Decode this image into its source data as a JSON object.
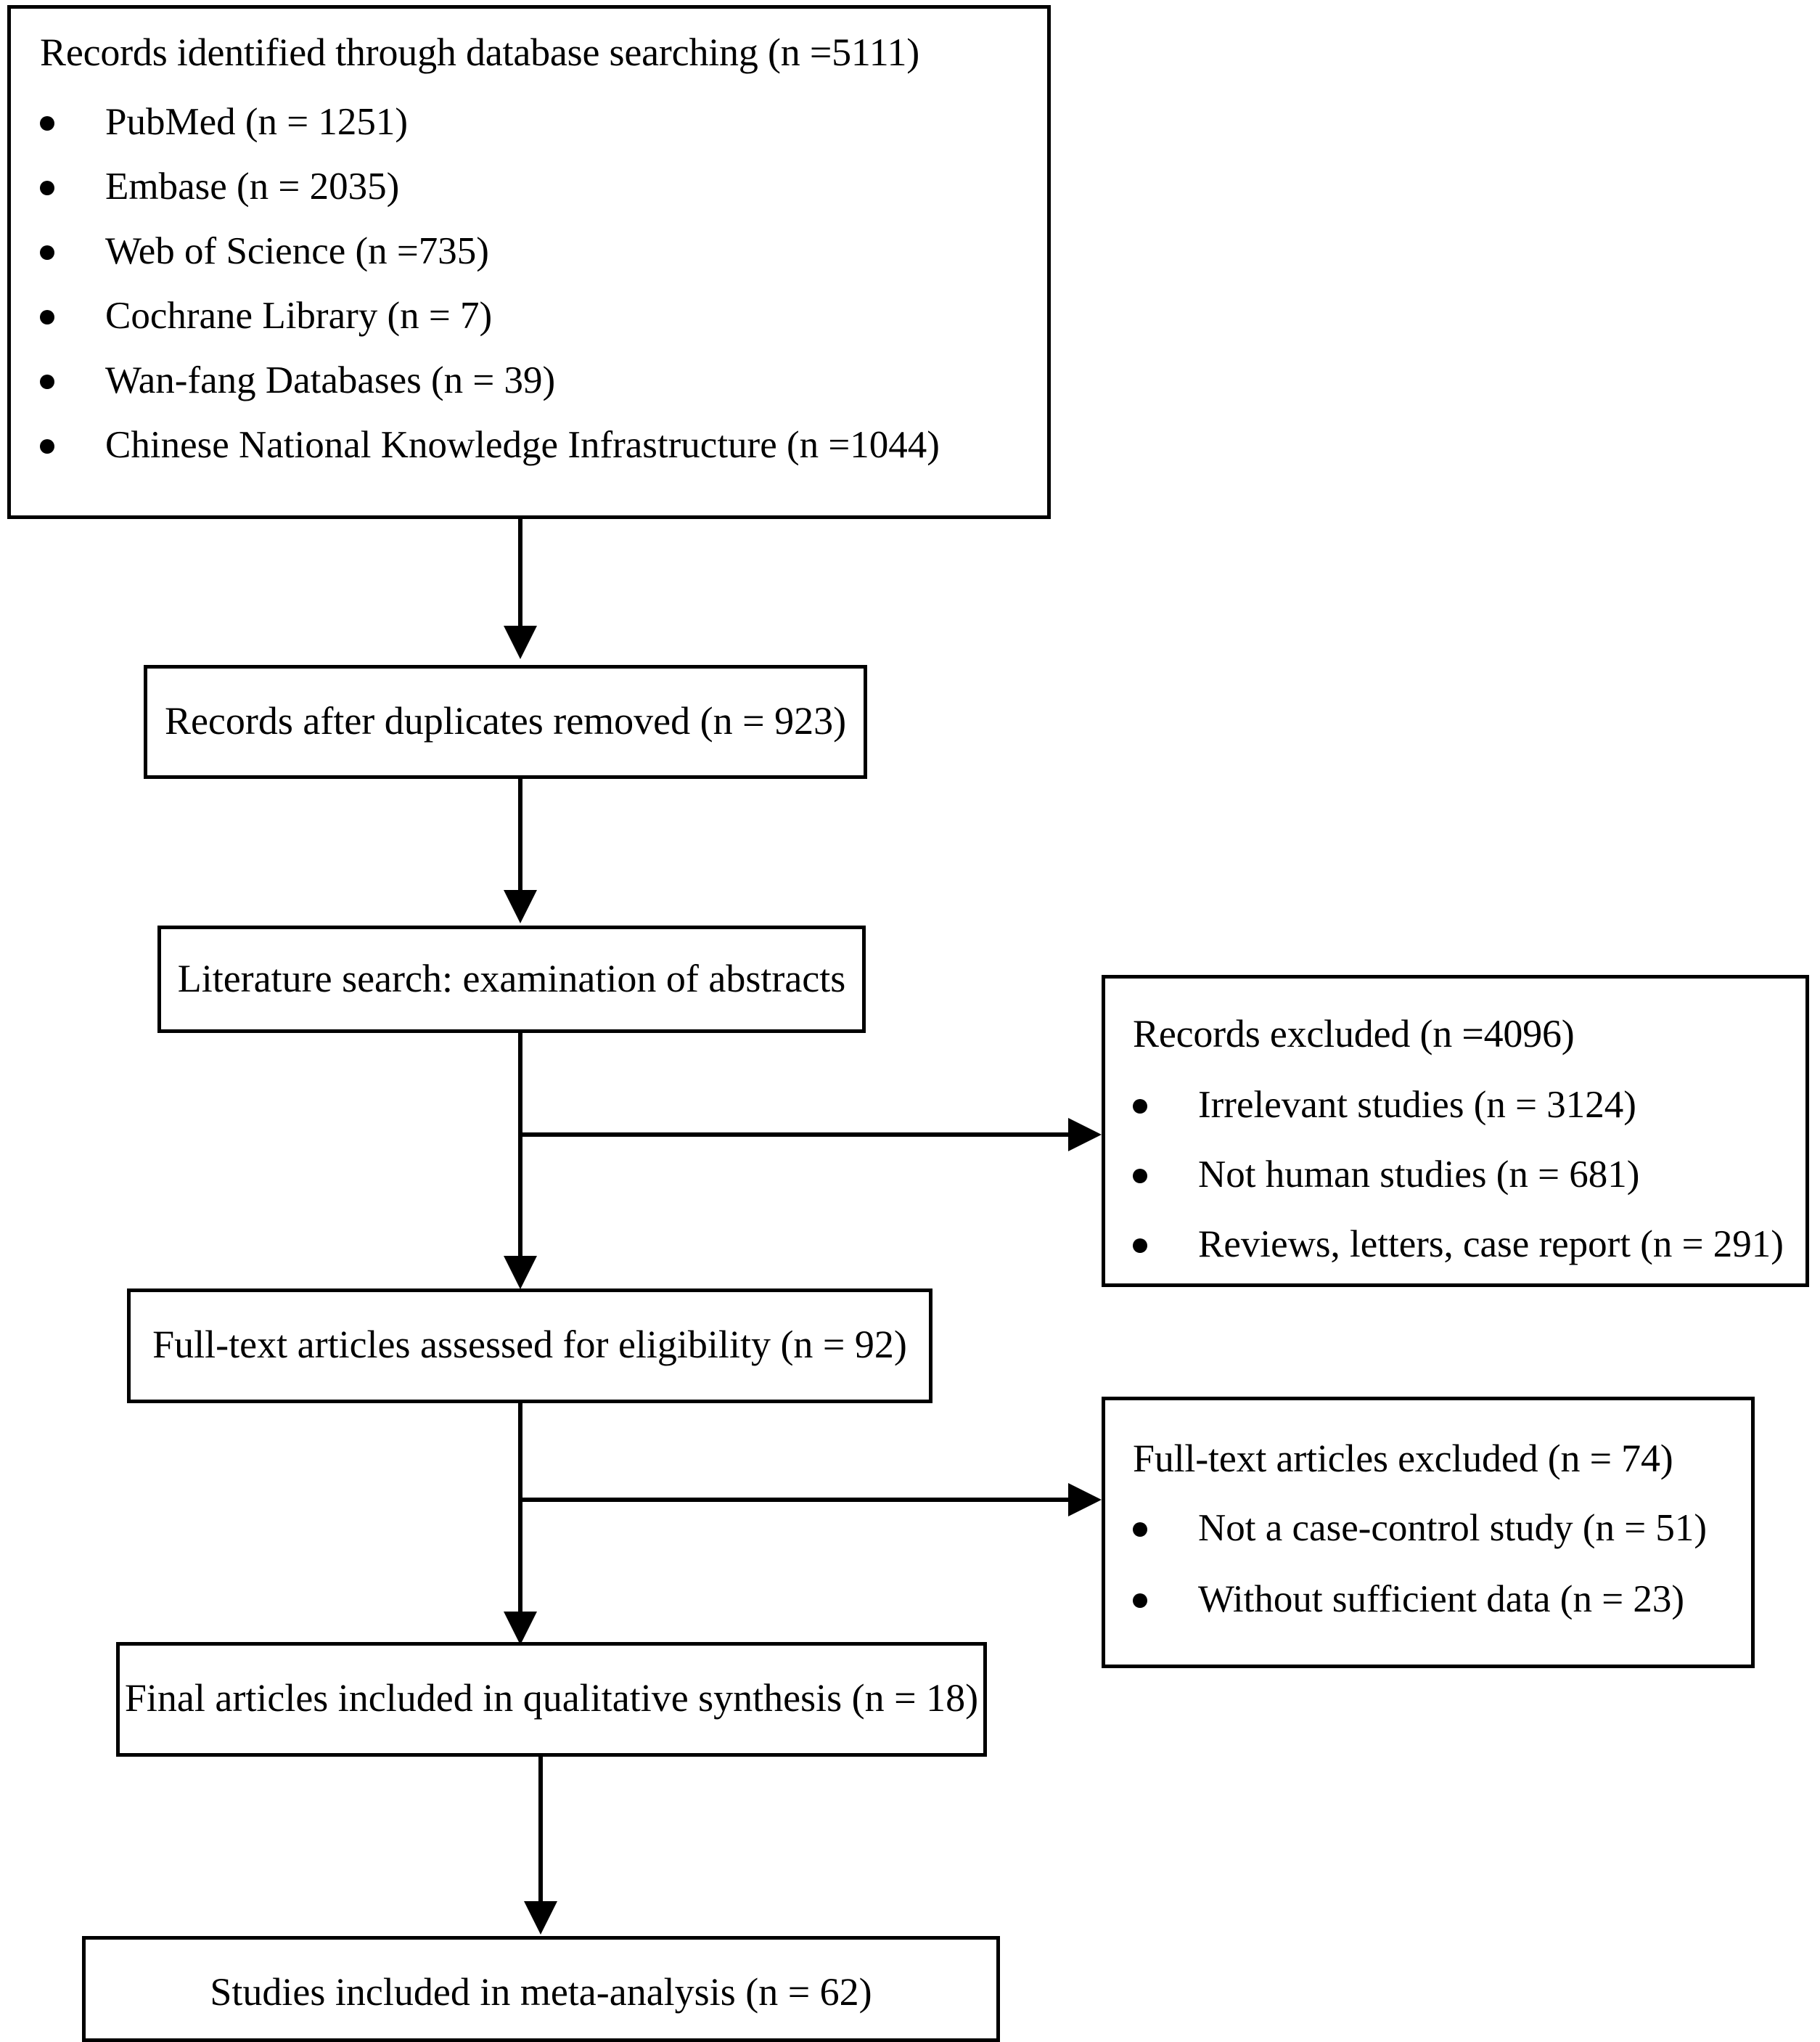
{
  "diagram": {
    "type": "prisma-flow-diagram",
    "boxes": {
      "identification": {
        "title": "Records identified through database searching (n =5111)",
        "items": [
          "PubMed (n = 1251)",
          "Embase (n = 2035)",
          "Web of Science (n =735)",
          "Cochrane Library (n = 7)",
          "Wan-fang Databases (n = 39)",
          "Chinese National Knowledge Infrastructure (n =1044)"
        ]
      },
      "duplicates_removed": {
        "title": "Records after duplicates removed (n = 923)"
      },
      "literature_search": {
        "title": "Literature search: examination of abstracts"
      },
      "records_excluded": {
        "title": "Records excluded (n =4096)",
        "items": [
          "Irrelevant studies (n = 3124)",
          "Not human studies (n = 681)",
          "Reviews, letters, case report (n = 291)"
        ]
      },
      "full_text_assessed": {
        "title": "Full-text articles assessed for eligibility (n = 92)"
      },
      "full_text_excluded": {
        "title": "Full-text articles excluded (n = 74)",
        "items": [
          "Not a case-control study (n = 51)",
          "Without sufficient data (n = 23)"
        ]
      },
      "qualitative_synthesis": {
        "title": "Final articles included in qualitative synthesis (n = 18)"
      },
      "meta_analysis": {
        "title": "Studies included in meta-analysis (n = 62)"
      }
    },
    "colors": {
      "stroke": "#000000",
      "fill": "#ffffff",
      "text": "#000000"
    }
  }
}
